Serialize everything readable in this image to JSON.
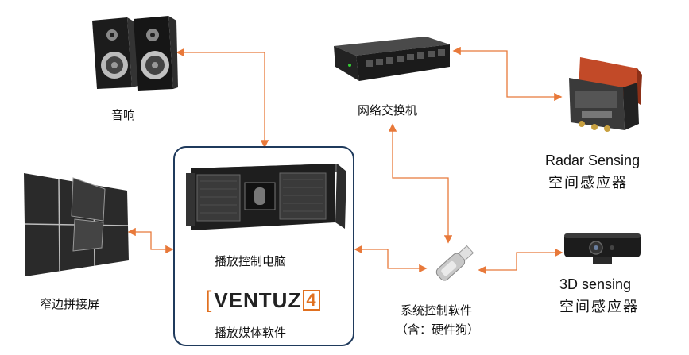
{
  "labels": {
    "speakers": "音响",
    "switch": "网络交换机",
    "radar_en": "Radar Sensing",
    "radar_cn": "空间感应器",
    "videowall": "窄边拼接屏",
    "pc": "播放控制电脑",
    "media_software": "播放媒体软件",
    "control_software_1": "系统控制软件",
    "control_software_2": "（含：硬件狗）",
    "sensor3d_en": "3D sensing",
    "sensor3d_cn": "空间感应器"
  },
  "logo": {
    "name": "VENTUZ",
    "suffix": "4"
  },
  "colors": {
    "connector": "#e8793a",
    "box_border": "#1f3a5c",
    "logo_accent": "#e07020"
  },
  "icons": [
    "speakers-icon",
    "network-switch-icon",
    "radar-sensor-icon",
    "video-wall-icon",
    "rack-pc-icon",
    "usb-dongle-icon",
    "3d-camera-icon"
  ]
}
